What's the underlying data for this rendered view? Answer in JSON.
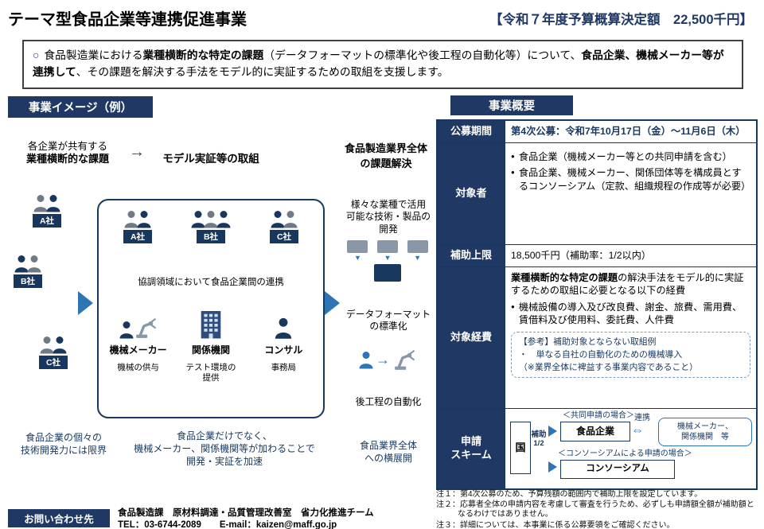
{
  "header": {
    "title": "テーマ型食品企業等連携促進事業",
    "budget": "【令和７年度予算概算決定額　22,500千円】"
  },
  "summary": {
    "marker": "○",
    "seg1": "食品製造業における",
    "seg2": "業種横断的な特定の課題",
    "seg3": "（データフォーマットの標準化や後工程の自動化等）について、",
    "seg4": "食品企業、機械メーカー等が連携して",
    "seg5": "、その課題を解決する手法をモデル的に実証するための取組を支援します。"
  },
  "glyphs": {
    "flow_arrow": "→",
    "down_arrow": "▼",
    "right_arrow": "→",
    "double_arrow": "⇔",
    "bullet": "●"
  },
  "image_section": {
    "title": "事業イメージ（例）",
    "flow_left_1": "各企業が共有する",
    "flow_left_2": "業種横断的な課題",
    "flow_mid": "モデル実証等の取組",
    "flow_right": "食品製造業界全体\nの課題解決",
    "company_a": "A社",
    "company_b": "B社",
    "company_c": "C社",
    "center": {
      "companies": [
        "A社",
        "B社",
        "C社"
      ],
      "caption": "協調領域において食品企業間の連携",
      "partner1": "機械メーカー",
      "partner2": "関係機関",
      "partner3": "コンサル",
      "role1": "機械の供与",
      "role2": "テスト環境の\n提供",
      "role3": "事務局"
    },
    "outcome1": "様々な業種で活用\n可能な技術・製品の\n開発",
    "outcome2": "データフォーマット\nの標準化",
    "outcome3": "後工程の自動化",
    "note_left": "食品企業の個々の\n技術開発力には限界",
    "note_mid": "食品企業だけでなく、\n機械メーカー、関係機関等が加わることで\n開発・実証を加速",
    "note_right": "食品業界全体\nへの横展開"
  },
  "overview": {
    "title": "事業概要",
    "rows": {
      "period": {
        "label": "公募期間",
        "value": "第4次公募：令和7年10月17日（金）～11月6日（木）"
      },
      "target": {
        "label": "対象者",
        "items": [
          "食品企業（機械メーカー等との共同申請を含む）",
          "食品企業、機械メーカー、関係団体等を構成員とするコンソーシアム（定款、組織規程の作成等が必要）"
        ]
      },
      "limit": {
        "label": "補助上限",
        "value": "18,500千円（補助率：1/2以内）"
      },
      "expense": {
        "label": "対象経費",
        "intro_bold": "業種横断的な特定の課題",
        "intro_rest": "の解決手法をモデル的に実証するための取組に必要となる以下の経費",
        "item": "機械設備の導入及び改良費、謝金、旅費、需用費、賃借料及び使用料、委託費、人件費",
        "ref_title": "【参考】補助対象とならない取組例",
        "ref_item": "・　単なる自社の自動化のための機械導入",
        "ref_note": "（※業界全体に裨益する事業内容であること）"
      },
      "scheme": {
        "label": "申請\nスキーム",
        "joint_label": "＜共同申請の場合＞",
        "gov": "国",
        "subsidy1": "補助",
        "subsidy2": "1/2",
        "food": "食品企業",
        "link": "連携",
        "partner": "機械メーカー、\n関係機関　等",
        "consortium_label": "＜コンソーシアムによる申請の場合＞",
        "consortium": "コンソーシアム"
      }
    }
  },
  "notes": [
    "注１：第4次公募のため、予算残額の範囲内で補助上限を設定しています。",
    "注２：応募者全体の申請内容を考慮して審査を行うため、必ずしも申請額全額が補助額となるわけではありません。",
    "注３：詳細については、本事業に係る公募要領をご確認ください。"
  ],
  "contact": {
    "label": "お問い合わせ先",
    "line1": "食品製造課　原材料調達・品質管理改善室　省力化推進チーム",
    "line2": "TEL：03-6744-2089　　E-mail：kaizen@maff.go.jp"
  },
  "colors": {
    "navy": "#1f3864",
    "blue": "#2e75b6",
    "gray": "#8a97a8"
  }
}
